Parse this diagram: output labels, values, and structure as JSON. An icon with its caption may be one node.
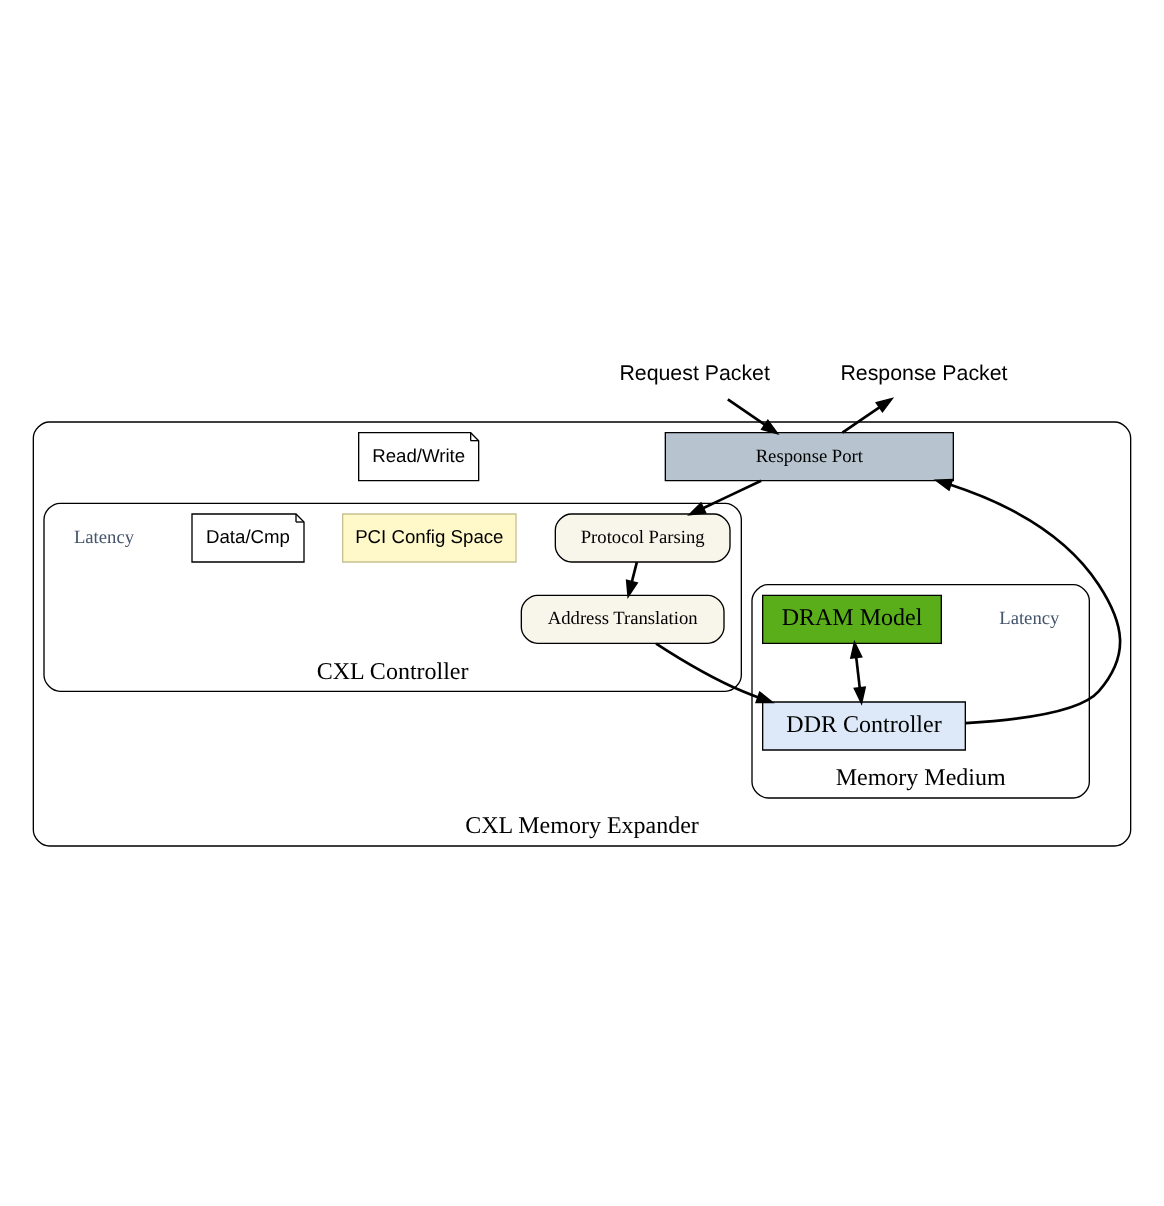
{
  "diagram": {
    "nodes": [
      {
        "text": [
          "Request Packet"
        ]
      },
      {
        "text": [
          "Response Packet"
        ]
      },
      {
        "text": [
          "CXL Memory Expander"
        ]
      },
      {
        "text": [
          "Response Port"
        ],
        "in": 2
      },
      {
        "text": [
          "CXL Controller"
        ],
        "in": 2
      },
      {
        "text": [
          "Protocol Parsing"
        ],
        "in": 4
      },
      {
        "text": [
          "Address Translation"
        ],
        "in": 4
      },
      {
        "text": [
          "PCI Config Space"
        ],
        "in": 4
      },
      {
        "text": [
          "Data/Cmp"
        ],
        "in": 4
      },
      {
        "text": [
          "Latency"
        ],
        "in": 4
      },
      {
        "text": [
          "Memory Medium"
        ],
        "in": 2
      },
      {
        "text": [
          "Latency"
        ],
        "in": 10
      },
      {
        "text": [
          "DRAM Model"
        ],
        "in": 10
      },
      {
        "text": [
          "DDR Controller"
        ],
        "in": 10
      },
      {
        "text": [
          "Read/Write"
        ],
        "in": 2
      }
    ],
    "edges": [
      {
        "from": 0,
        "to": 3,
        "arrow": "to"
      },
      {
        "from": 3,
        "to": 1,
        "arrow": "to"
      },
      {
        "from": 3,
        "to": 5,
        "arrow": "to"
      },
      {
        "from": 5,
        "to": 6,
        "arrow": "to"
      },
      {
        "from": 6,
        "to": 13,
        "arrow": "to"
      },
      {
        "from": 13,
        "to": 3,
        "arrow": "to"
      },
      {
        "from": 12,
        "to": 13,
        "arrow": "both"
      }
    ]
  }
}
